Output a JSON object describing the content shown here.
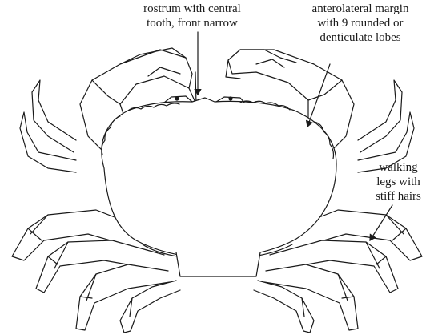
{
  "labels": {
    "rostrum": [
      "rostrum with central",
      "tooth, front narrow"
    ],
    "anterolateral": [
      "anterolateral margin",
      "with 9 rounded or",
      "denticulate lobes"
    ],
    "walking_legs": [
      "walking",
      "legs with",
      "stiff hairs"
    ]
  },
  "colors": {
    "ink": "#1a1a1a",
    "background": "#ffffff"
  }
}
